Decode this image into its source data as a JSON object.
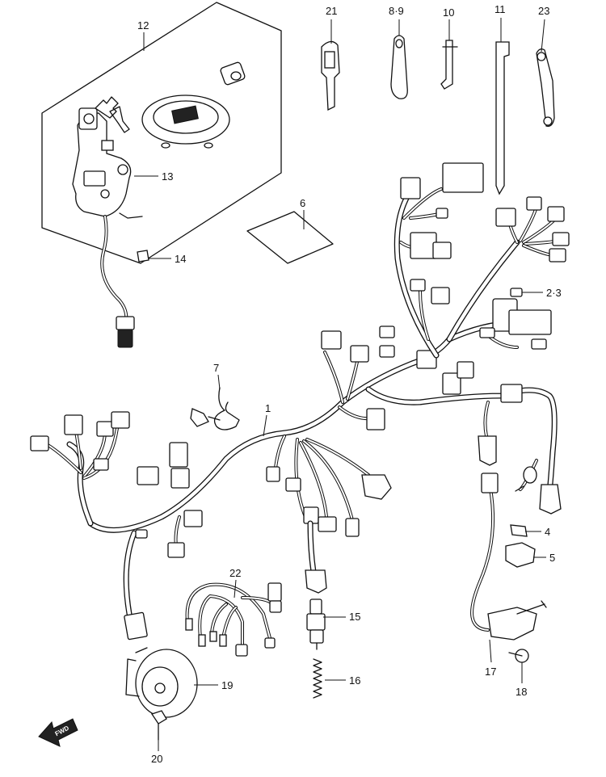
{
  "labels": {
    "l1": "1",
    "l2_3": "2·3",
    "l4": "4",
    "l5": "5",
    "l6": "6",
    "l7": "7",
    "l8_9": "8·9",
    "l10": "10",
    "l11": "11",
    "l12": "12",
    "l13": "13",
    "l14": "14",
    "l15": "15",
    "l16": "16",
    "l17": "17",
    "l18": "18",
    "l19": "19",
    "l20": "20",
    "l21": "21",
    "l22": "22",
    "l23": "23"
  },
  "fwd": "FWD"
}
